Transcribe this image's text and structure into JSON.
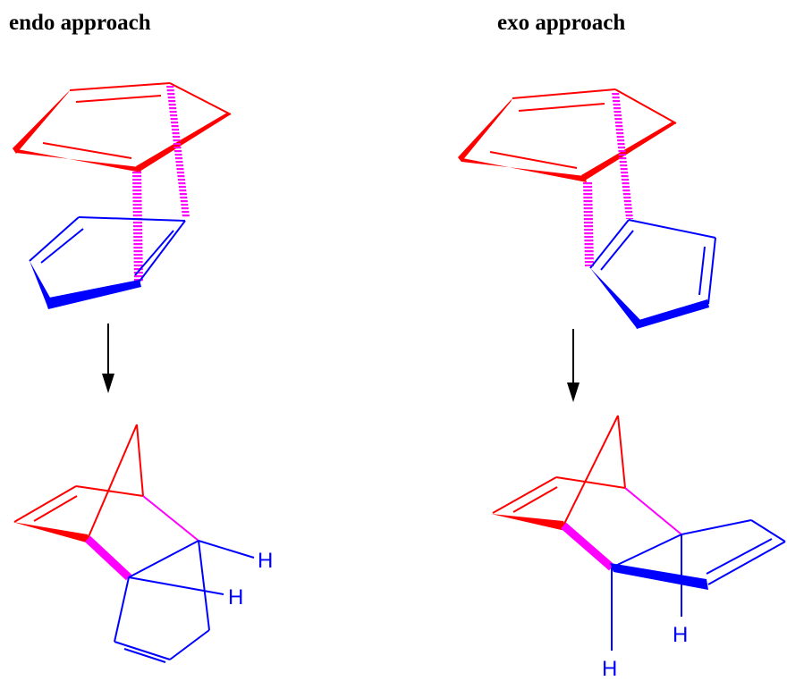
{
  "titles": {
    "endo": "endo approach",
    "exo": "exo approach"
  },
  "atoms": {
    "hydrogen": "H"
  },
  "colors": {
    "diene": "#ff0000",
    "dienophile": "#0000ff",
    "forming_bond": "#ff00ff",
    "arrow": "#000000"
  }
}
